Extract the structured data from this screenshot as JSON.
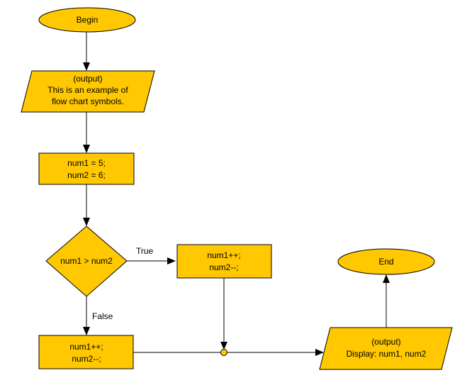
{
  "diagram": {
    "colors": {
      "fill": "#ffc800",
      "stroke": "#000000",
      "text": "#000000",
      "background": "#ffffff"
    },
    "nodes": {
      "begin": {
        "label": "Begin"
      },
      "output_intro": {
        "line1": "(output)",
        "line2": "This is an example of",
        "line3": "flow chart symbols."
      },
      "assign": {
        "line1": "num1 = 5;",
        "line2": "num2 = 6;"
      },
      "decision": {
        "label": "num1 > num2"
      },
      "true_process": {
        "line1": "num1++;",
        "line2": "num2--;"
      },
      "false_process": {
        "line1": "num1++;",
        "line2": "num2--;"
      },
      "output_display": {
        "line1": "(output)",
        "line2": "Display: num1, num2"
      },
      "end": {
        "label": "End"
      }
    },
    "edge_labels": {
      "true": "True",
      "false": "False"
    }
  }
}
